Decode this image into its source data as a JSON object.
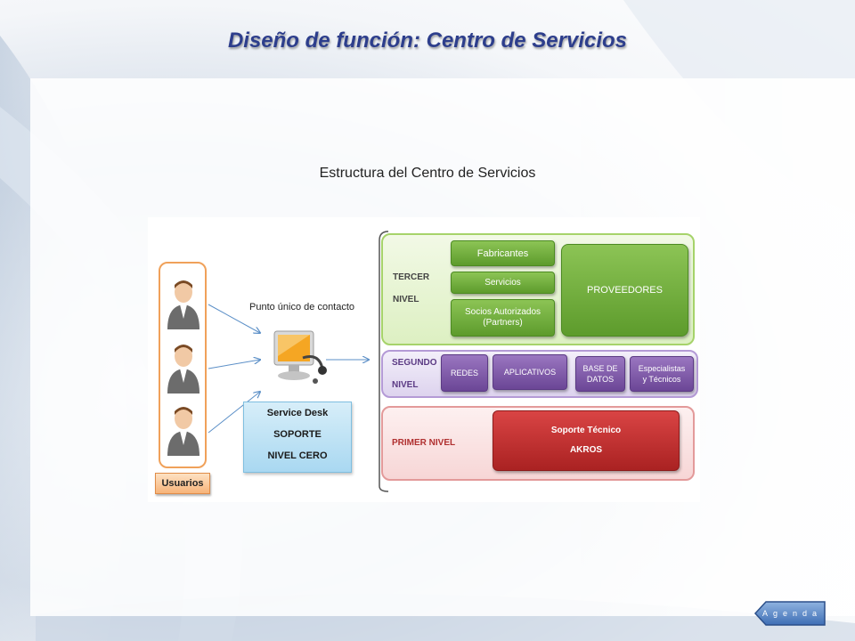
{
  "title": "Diseño de función: Centro de Servicios",
  "subtitle": "Estructura del Centro de Servicios",
  "diagram": {
    "contact_label": "Punto único de contacto",
    "users_label": "Usuarios",
    "service_desk": [
      "Service Desk",
      "SOPORTE",
      "NIVEL CERO"
    ],
    "tercer_nivel": {
      "label_line1": "TERCER",
      "label_line2": "NIVEL",
      "items": [
        "Fabricantes",
        "Servicios",
        "Socios Autorizados",
        "(Partners)"
      ],
      "proveedores": "PROVEEDORES"
    },
    "segundo_nivel": {
      "label_line1": "SEGUNDO",
      "label_line2": "NIVEL",
      "items": [
        "REDES",
        "APLICATIVOS",
        "BASE DE",
        "DATOS",
        "Especialistas",
        "y Técnicos"
      ]
    },
    "primer_nivel": {
      "label": "PRIMER NIVEL",
      "box_line1": "Soporte Técnico",
      "box_line2": "AKROS"
    }
  },
  "nav": {
    "agenda": "Agenda"
  },
  "colors": {
    "title": "#2d3e8c",
    "green": "#6fae3a",
    "purple": "#7b55a8",
    "red": "#c23030",
    "orange": "#f0a15a",
    "blue": "#a9d8f1"
  },
  "icons": [
    "user-icon",
    "computer-headset-icon",
    "agenda-arrow-icon"
  ]
}
